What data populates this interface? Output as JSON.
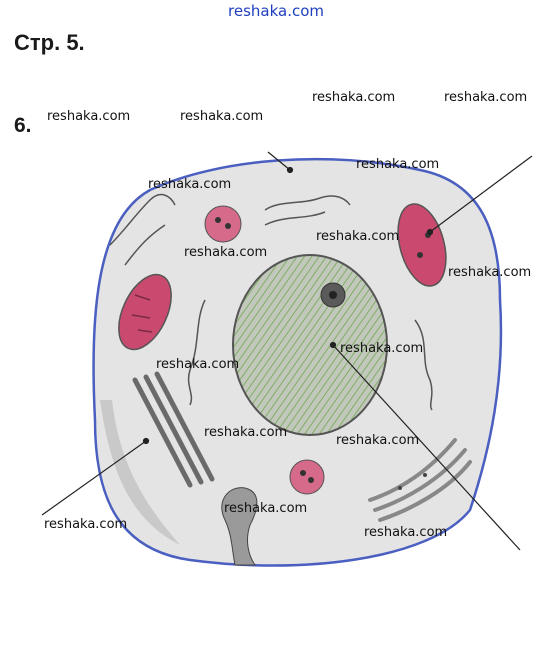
{
  "header": {
    "site_link": "reshaka.com",
    "page_heading": "Стр. 5.",
    "task_number": "6."
  },
  "watermark": "reshaka.com",
  "colors": {
    "membrane": "#4a5fc0",
    "cytoplasm": "#e4e4e4",
    "cell_shadow": "#c9c9c9",
    "organelle_pink": "#c94a6e",
    "nucleus_green": "#8fb873",
    "nucleus_gray": "#b9c0b2",
    "nucleolus": "#5a5a5a",
    "organelle_gray": "#777777",
    "leader_line": "#222222"
  }
}
